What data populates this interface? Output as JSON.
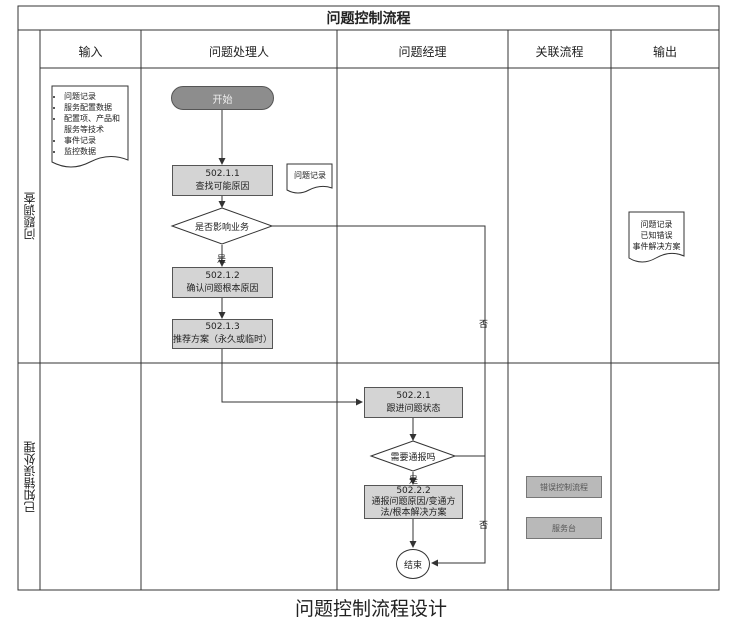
{
  "title": "问题控制流程",
  "columns": [
    "输入",
    "问题处理人",
    "问题经理",
    "关联流程",
    "输出"
  ],
  "lanes": [
    "问题调查",
    "已知错误处理"
  ],
  "input_doc": {
    "items": [
      "问题记录",
      "服务配置数据",
      "配置项、产品和服务等技术",
      "事件记录",
      "监控数据"
    ]
  },
  "start": "开始",
  "steps": {
    "s1": {
      "id": "502.1.1",
      "label": "查找可能原因"
    },
    "s2": {
      "id": "502.1.2",
      "label": "确认问题根本原因"
    },
    "s3": {
      "id": "502.1.3",
      "label": "推荐方案（永久或临时）"
    },
    "s4": {
      "id": "502.2.1",
      "label": "跟进问题状态"
    },
    "s5": {
      "id": "502.2.2",
      "label": "通报问题原因/变通方法/根本解决方案"
    }
  },
  "decisions": {
    "d1": "是否影响业务",
    "d2": "需要通报吗"
  },
  "yes": "是",
  "no": "否",
  "end": "结束",
  "problem_record_doc": "问题记录",
  "output_doc": [
    "问题记录",
    "已知错误",
    "事件解决方案"
  ],
  "related_processes": [
    "错误控制流程",
    "服务台"
  ],
  "caption": "问题控制流程设计"
}
